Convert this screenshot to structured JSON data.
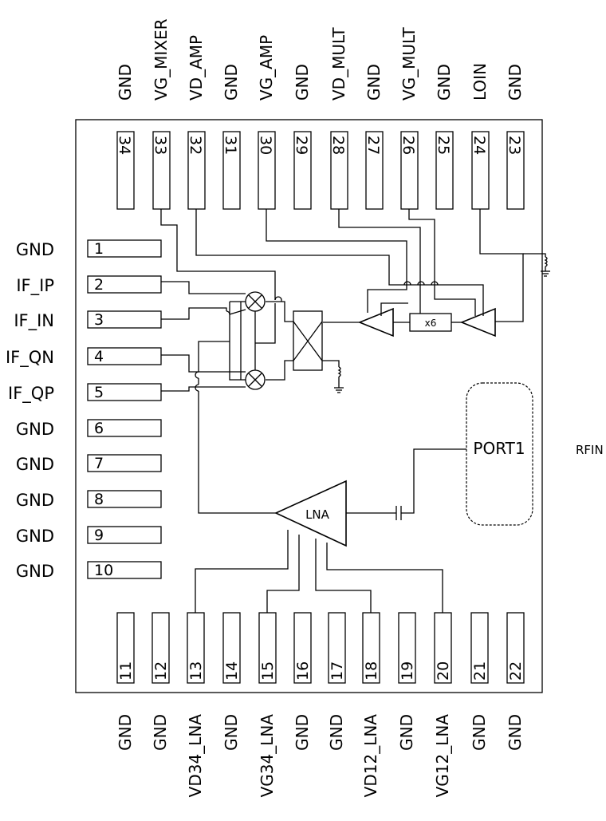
{
  "pins_left": [
    {
      "num": "1",
      "label": "GND"
    },
    {
      "num": "2",
      "label": "IF_IP"
    },
    {
      "num": "3",
      "label": "IF_IN"
    },
    {
      "num": "4",
      "label": "IF_QN"
    },
    {
      "num": "5",
      "label": "IF_QP"
    },
    {
      "num": "6",
      "label": "GND"
    },
    {
      "num": "7",
      "label": "GND"
    },
    {
      "num": "8",
      "label": "GND"
    },
    {
      "num": "9",
      "label": "GND"
    },
    {
      "num": "10",
      "label": "GND"
    }
  ],
  "pins_top": [
    {
      "num": "34",
      "label": "GND"
    },
    {
      "num": "33",
      "label": "VG_MIXER"
    },
    {
      "num": "32",
      "label": "VD_AMP"
    },
    {
      "num": "31",
      "label": "GND"
    },
    {
      "num": "30",
      "label": "VG_AMP"
    },
    {
      "num": "29",
      "label": "GND"
    },
    {
      "num": "28",
      "label": "VD_MULT"
    },
    {
      "num": "27",
      "label": "GND"
    },
    {
      "num": "26",
      "label": "VG_MULT"
    },
    {
      "num": "25",
      "label": "GND"
    },
    {
      "num": "24",
      "label": "LOIN"
    },
    {
      "num": "23",
      "label": "GND"
    }
  ],
  "pins_bottom": [
    {
      "num": "11",
      "label": "GND"
    },
    {
      "num": "12",
      "label": "GND"
    },
    {
      "num": "13",
      "label": "VD34_LNA"
    },
    {
      "num": "14",
      "label": "GND"
    },
    {
      "num": "15",
      "label": "VG34_LNA"
    },
    {
      "num": "16",
      "label": "GND"
    },
    {
      "num": "17",
      "label": "GND"
    },
    {
      "num": "18",
      "label": "VD12_LNA"
    },
    {
      "num": "19",
      "label": "GND"
    },
    {
      "num": "20",
      "label": "VG12_LNA"
    },
    {
      "num": "21",
      "label": "GND"
    },
    {
      "num": "22",
      "label": "GND"
    }
  ],
  "blocks": {
    "lna": "LNA",
    "multiplier": "x6",
    "port": "PORT1",
    "rfin": "RFIN"
  }
}
